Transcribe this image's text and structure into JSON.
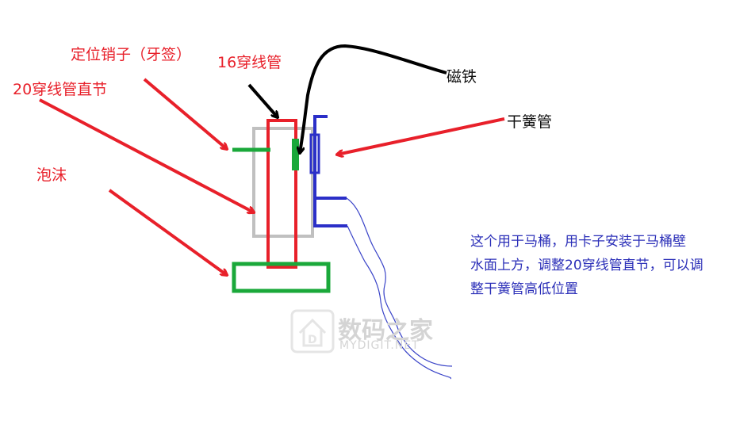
{
  "labels": {
    "pin": "定位销子（牙签）",
    "tube16": "16穿线管",
    "tube20_joint": "20穿线管直节",
    "magnet": "磁铁",
    "reed_switch": "干簧管",
    "foam": "泡沫"
  },
  "note": {
    "line1": "这个用于马桶，用卡子安装于马桶壁",
    "line2": "水面上方，调整20穿线管直节，可以调",
    "line3": "整干簧管高低位置"
  },
  "watermark": {
    "cn": "数码之家",
    "en": "MYDIGIT.NET"
  },
  "colors": {
    "label_red": "#e8202a",
    "arrow_red": "#e8202a",
    "tube20_gray": "#c0c0c0",
    "tube16_red": "#e8202a",
    "green": "#1aa83a",
    "reed_blue": "#2b2fc8",
    "wire_black": "#000000",
    "note_blue": "#2b2fb8"
  }
}
